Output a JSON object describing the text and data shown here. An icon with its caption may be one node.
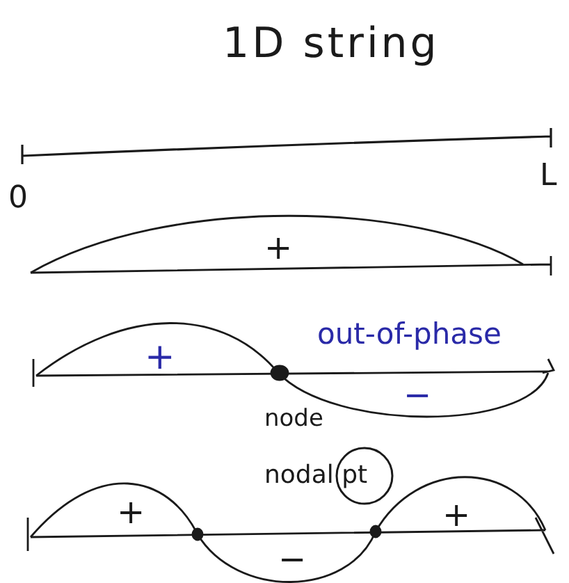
{
  "diagram": {
    "title": "1D string",
    "labels": [
      "0",
      "L",
      "+",
      "+",
      "out-of-phase",
      "−",
      "node",
      "nodal pt",
      "+",
      "−",
      "+"
    ]
  }
}
